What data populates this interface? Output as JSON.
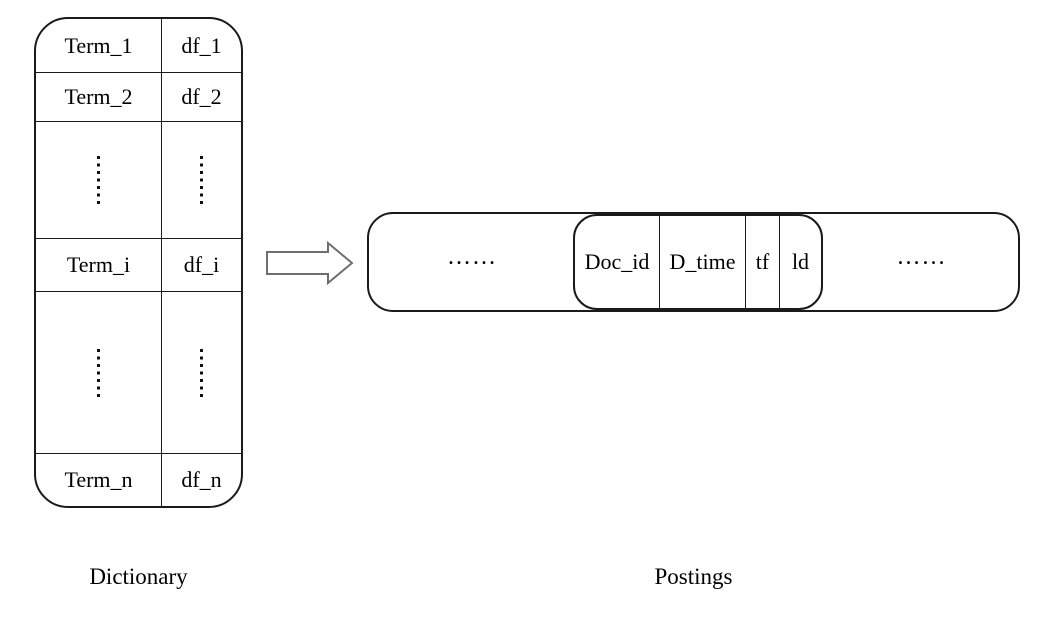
{
  "figure": {
    "dictionary": {
      "label": "Dictionary",
      "rows": [
        {
          "term": "Term_1",
          "df": "df_1"
        },
        {
          "term": "Term_2",
          "df": "df_2"
        },
        {
          "kind": "vertical-ellipsis"
        },
        {
          "term": "Term_i",
          "df": "df_i"
        },
        {
          "kind": "vertical-ellipsis"
        },
        {
          "term": "Term_n",
          "df": "df_n"
        }
      ]
    },
    "arrow": {
      "kind": "hollow-block-arrow",
      "direction": "right",
      "outline_color": "#6e6e6e"
    },
    "postings": {
      "label": "Postings",
      "leading_ellipsis": "……",
      "record_fields": [
        "Doc_id",
        "D_time",
        "tf",
        "ld"
      ],
      "trailing_ellipsis": "……"
    },
    "colors": {
      "background": "#ffffff",
      "line": "#1a1a1a",
      "text": "#000000"
    }
  }
}
